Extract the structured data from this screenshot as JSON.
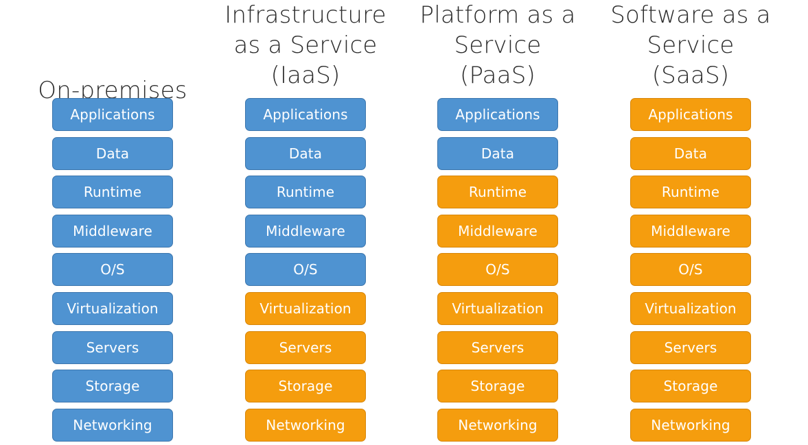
{
  "colors": {
    "you_manage": "#4f93d1",
    "you_manage_border": "#3d76ad",
    "vendor_manages": "#f59d0e",
    "vendor_manages_border": "#d7860a",
    "title_text": "#2b2b2b",
    "layer_text": "#ffffff"
  },
  "layers": [
    "Applications",
    "Data",
    "Runtime",
    "Middleware",
    "O/S",
    "Virtualization",
    "Servers",
    "Storage",
    "Networking"
  ],
  "columns": [
    {
      "id": "on-premises",
      "title_lines": [
        "On-premises"
      ],
      "managed_by_vendor_from_index": 9
    },
    {
      "id": "iaas",
      "title_lines": [
        "Infrastructure",
        "as a Service",
        "(IaaS)"
      ],
      "managed_by_vendor_from_index": 5
    },
    {
      "id": "paas",
      "title_lines": [
        "Platform as a",
        "Service",
        "(PaaS)"
      ],
      "managed_by_vendor_from_index": 2
    },
    {
      "id": "saas",
      "title_lines": [
        "Software as a",
        "Service",
        "(SaaS)"
      ],
      "managed_by_vendor_from_index": 0
    }
  ]
}
